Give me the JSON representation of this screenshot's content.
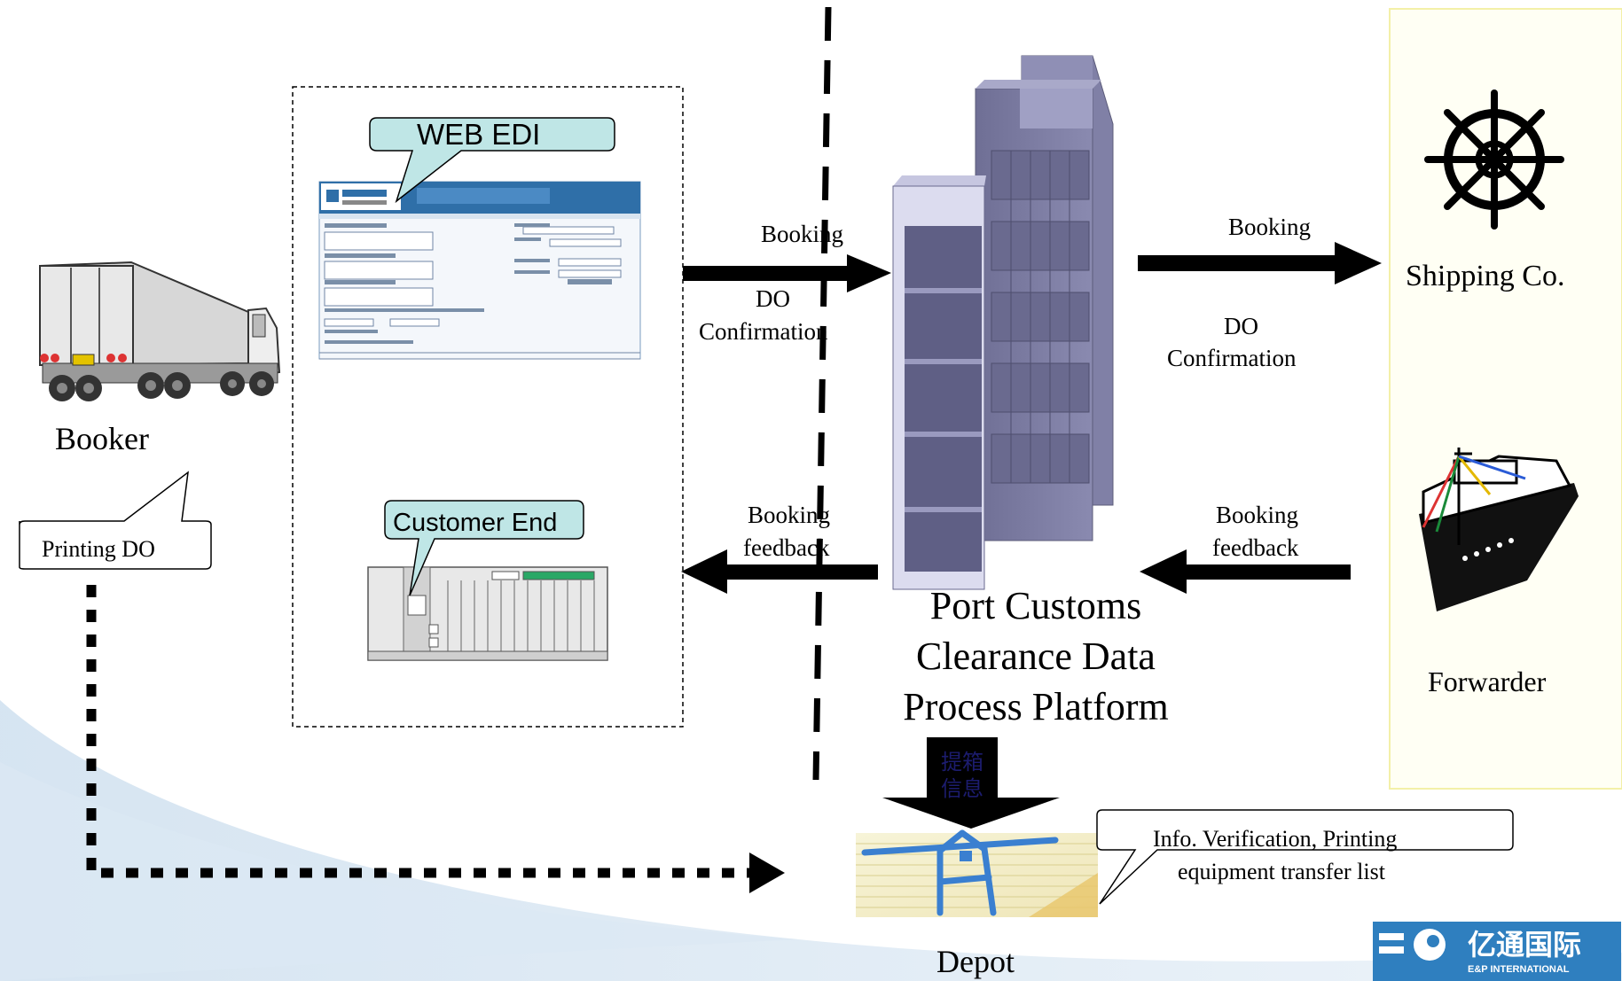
{
  "diagram": {
    "nodes": {
      "booker": "Booker",
      "platform": [
        "Port Customs",
        "Clearance Data",
        "Process Platform"
      ],
      "shipping": "Shipping Co.",
      "forwarder": "Forwarder",
      "depot": "Depot"
    },
    "callouts": {
      "web_edi": "WEB EDI",
      "customer_end": "Customer End",
      "printing_do": "Printing DO",
      "info_verification": [
        "Info. Verification, Printing",
        "equipment transfer list"
      ]
    },
    "edges": {
      "left_booking": "Booking",
      "left_do": [
        "DO",
        "Confirmation"
      ],
      "left_feedback": [
        "Booking",
        "feedback"
      ],
      "right_booking": "Booking",
      "right_do": [
        "DO",
        "Confirmation"
      ],
      "right_feedback": [
        "Booking",
        "feedback"
      ],
      "down_arrow_chars": [
        "提箱",
        "信息"
      ]
    },
    "logo": {
      "cn": "亿通国际",
      "en": "E&P INTERNATIONAL"
    },
    "colors": {
      "callout_fill": "#bfe6e6",
      "building": "#7a7a9e",
      "right_panel_border": "#f3f0a8",
      "logo_blue": "#2f7fbf"
    }
  }
}
